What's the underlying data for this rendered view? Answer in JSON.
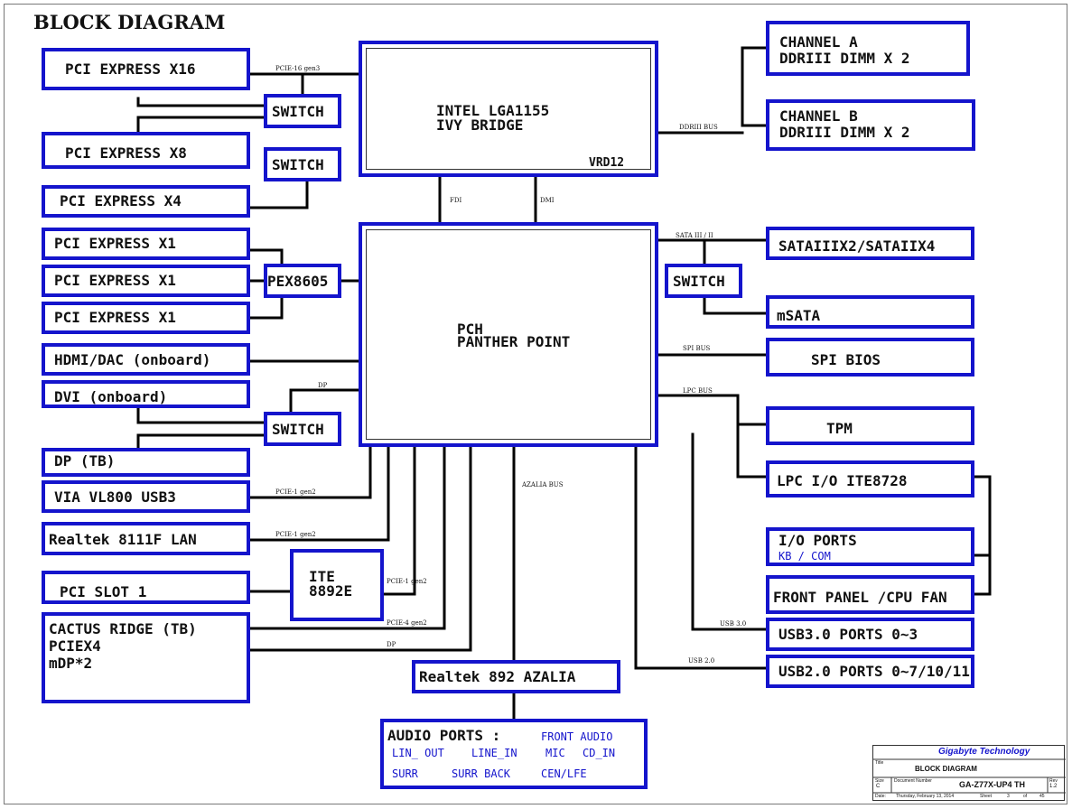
{
  "page": {
    "title": "BLOCK DIAGRAM"
  },
  "blocks": {
    "pcie_x16": "PCI EXPRESS X16",
    "switch_1": "SWITCH",
    "pcie_x8": "PCI EXPRESS X8",
    "switch_2": "SWITCH",
    "pcie_x4": "PCI EXPRESS X4",
    "pcie_x1_a": "PCI EXPRESS X1",
    "pcie_x1_b": "PCI EXPRESS X1",
    "pcie_x1_c": "PCI EXPRESS X1",
    "pex8605": "PEX8605",
    "hdmi_dac": "HDMI/DAC (onboard)",
    "dvi": "DVI (onboard)",
    "switch_3": "SWITCH",
    "dp_tb": "DP (TB)",
    "via_usb3": "VIA VL800 USB3",
    "realtek_lan": "Realtek 8111F LAN",
    "pci_slot": "PCI SLOT 1",
    "ite8892e_l1": "ITE",
    "ite8892e_l2": "8892E",
    "cactus_l1": "CACTUS RIDGE (TB)",
    "cactus_l2": "PCIEX4",
    "cactus_l3": "mDP*2",
    "cpu_l1": "INTEL LGA1155",
    "cpu_l2": "IVY BRIDGE",
    "cpu_vrd": "VRD12",
    "pch_l1": "PCH",
    "pch_l2": "PANTHER POINT",
    "channel_a_l1": "CHANNEL A",
    "channel_a_l2": "DDRIII  DIMM X 2",
    "channel_b_l1": "CHANNEL B",
    "channel_b_l2": "DDRIII DIMM X 2",
    "sata": "SATAIIIX2/SATAIIX4",
    "switch_4": "SWITCH",
    "msata": "mSATA",
    "spi_bios": "SPI BIOS",
    "tpm": "TPM",
    "lpc_io": "LPC I/O ITE8728",
    "io_ports": "I/O PORTS",
    "io_ports_sub": "KB / COM",
    "front_panel": "FRONT PANEL /CPU FAN",
    "usb3_ports": "USB3.0 PORTS 0~3",
    "usb2_ports": "USB2.0 PORTS 0~7/10/11",
    "realtek_azalia": "Realtek 892 AZALIA",
    "audio_title": "AUDIO PORTS :",
    "audio_front": "FRONT AUDIO",
    "audio_lin_out": "LIN_ OUT",
    "audio_line_in": "LINE_IN",
    "audio_mic": "MIC",
    "audio_cd_in": "CD_IN",
    "audio_surr": "SURR",
    "audio_surr_back": "SURR BACK",
    "audio_cen_lfe": "CEN/LFE"
  },
  "buses": {
    "pcie16": "PCIE-16 gen3",
    "ddr3": "DDRIII BUS",
    "fdi": "FDI",
    "dmi": "DMI",
    "sata": "SATA III / II",
    "spi": "SPI BUS",
    "lpc": "LPC BUS",
    "dp_top": "DP",
    "pcie1_via": "PCIE-1 gen2",
    "pcie1_lan": "PCIE-1 gen2",
    "pcie1_ite": "PCIE-1 gen2",
    "pcie4": "PCIE-4 gen2",
    "dp_bottom": "DP",
    "azalia": "AZALIA BUS",
    "usb3": "USB 3.0",
    "usb2": "USB 2.0"
  },
  "title_block": {
    "company": "Gigabyte Technology",
    "title_label": "Title",
    "title_value": "BLOCK DIAGRAM",
    "size_label": "Size",
    "size_value": "C",
    "doc_label": "Document Number",
    "doc_value": "GA-Z77X-UP4 TH",
    "rev_label": "Rev",
    "rev_value": "1.2",
    "date_label": "Date:",
    "date_value": "Thursday, February 13, 2014",
    "sheet_label": "Sheet",
    "sheet_value": "3",
    "of_label": "of",
    "of_value": "45"
  },
  "colors": {
    "block_border": "#1414cc",
    "wire": "#000000",
    "accent_text": "#1414cc"
  }
}
